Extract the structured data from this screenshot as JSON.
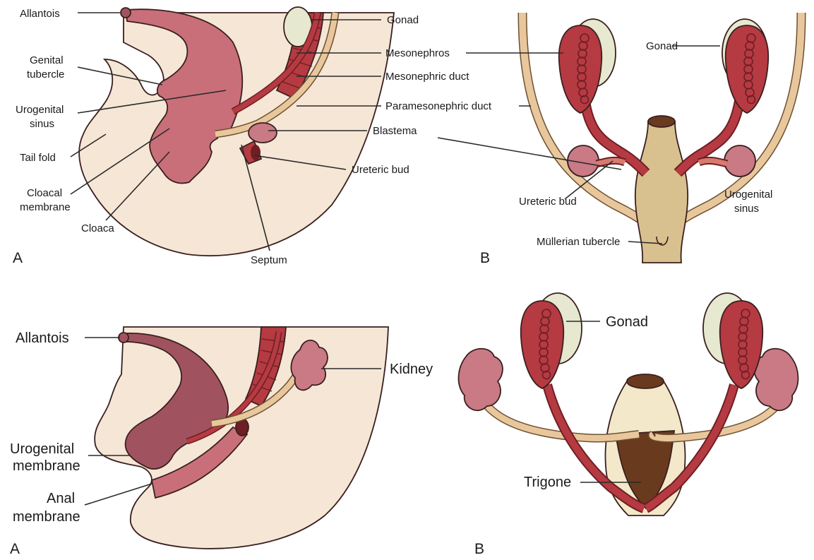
{
  "colors": {
    "tissue": "#F5E6D6",
    "pink": "#C96F7A",
    "pink_dark": "#A0535F",
    "red": "#B53A42",
    "red_dark": "#6E1E24",
    "tan": "#E9C79D",
    "gonad": "#E6E8CF",
    "bladder_tan": "#D9C08F",
    "trigone": "#6A3A1F",
    "kidney": "#C97A85",
    "bladder_light": "#F3E8C9"
  },
  "panels": {
    "top_left": {
      "letter": "A",
      "labels": {
        "allantois": "Allantois",
        "genital_tubercle_1": "Genital",
        "genital_tubercle_2": "tubercle",
        "urogenital_sinus_1": "Urogenital",
        "urogenital_sinus_2": "sinus",
        "tail_fold": "Tail fold",
        "cloacal_membrane_1": "Cloacal",
        "cloacal_membrane_2": "membrane",
        "cloaca": "Cloaca",
        "gonad": "Gonad",
        "mesonephros": "Mesonephros",
        "mesonephric_duct": "Mesonephric duct",
        "paramesonephric_duct": "Paramesonephric duct",
        "blastema": "Blastema",
        "ureteric_bud": "Ureteric bud",
        "septum": "Septum"
      }
    },
    "top_right": {
      "letter": "B",
      "labels": {
        "gonad": "Gonad",
        "ureteric_bud": "Ureteric bud",
        "urogenital_sinus_1": "Urogenital",
        "urogenital_sinus_2": "sinus",
        "mullerian_tubercle": "Müllerian tubercle"
      }
    },
    "bottom_left": {
      "letter": "A",
      "labels": {
        "allantois": "Allantois",
        "kidney": "Kidney",
        "urogenital_membrane_1": "Urogenital",
        "urogenital_membrane_2": "membrane",
        "anal_membrane_1": "Anal",
        "anal_membrane_2": "membrane"
      }
    },
    "bottom_right": {
      "letter": "B",
      "labels": {
        "gonad": "Gonad",
        "trigone": "Trigone"
      }
    }
  }
}
